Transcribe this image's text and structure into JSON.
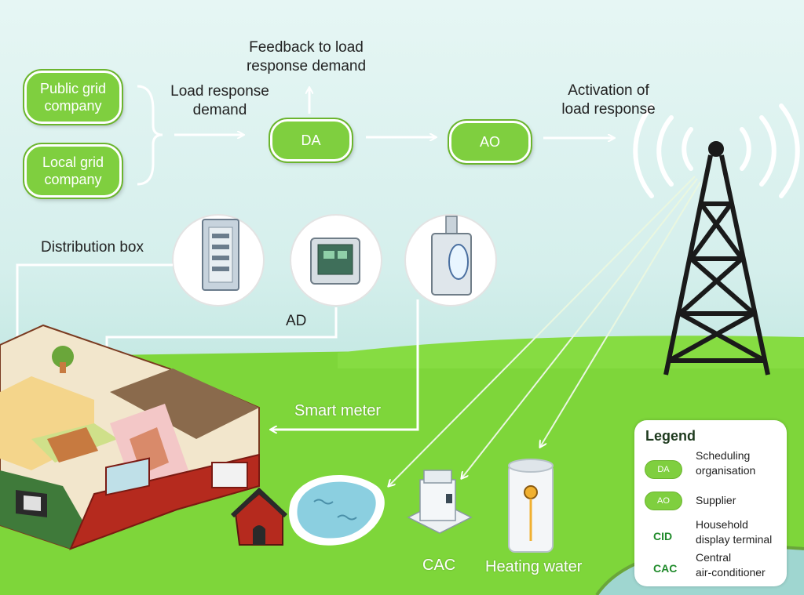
{
  "flow": {
    "public_grid": "Public grid\ncompany",
    "local_grid": "Local grid\ncompany",
    "load_response_demand": "Load response\ndemand",
    "feedback": "Feedback to load\nresponse demand",
    "da": "DA",
    "ao": "AO",
    "activation": "Activation of\nload response"
  },
  "labels": {
    "distribution_box": "Distribution box",
    "ad": "AD",
    "smart_meter": "Smart meter",
    "cac": "CAC",
    "heating_water": "Heating water"
  },
  "legend": {
    "title": "Legend",
    "items": [
      {
        "symbol": "DA",
        "text": "Scheduling\norganisation"
      },
      {
        "symbol": "AO",
        "text": "Supplier"
      },
      {
        "symbol": "CID",
        "text": "Household\ndisplay terminal"
      },
      {
        "symbol": "CAC",
        "text": "Central\nair-conditioner"
      }
    ]
  },
  "colors": {
    "grass": "#7ed63a",
    "pill_green": "#7fcf3f",
    "tower": "#1a1a1a",
    "house_red": "#b52a1e"
  }
}
